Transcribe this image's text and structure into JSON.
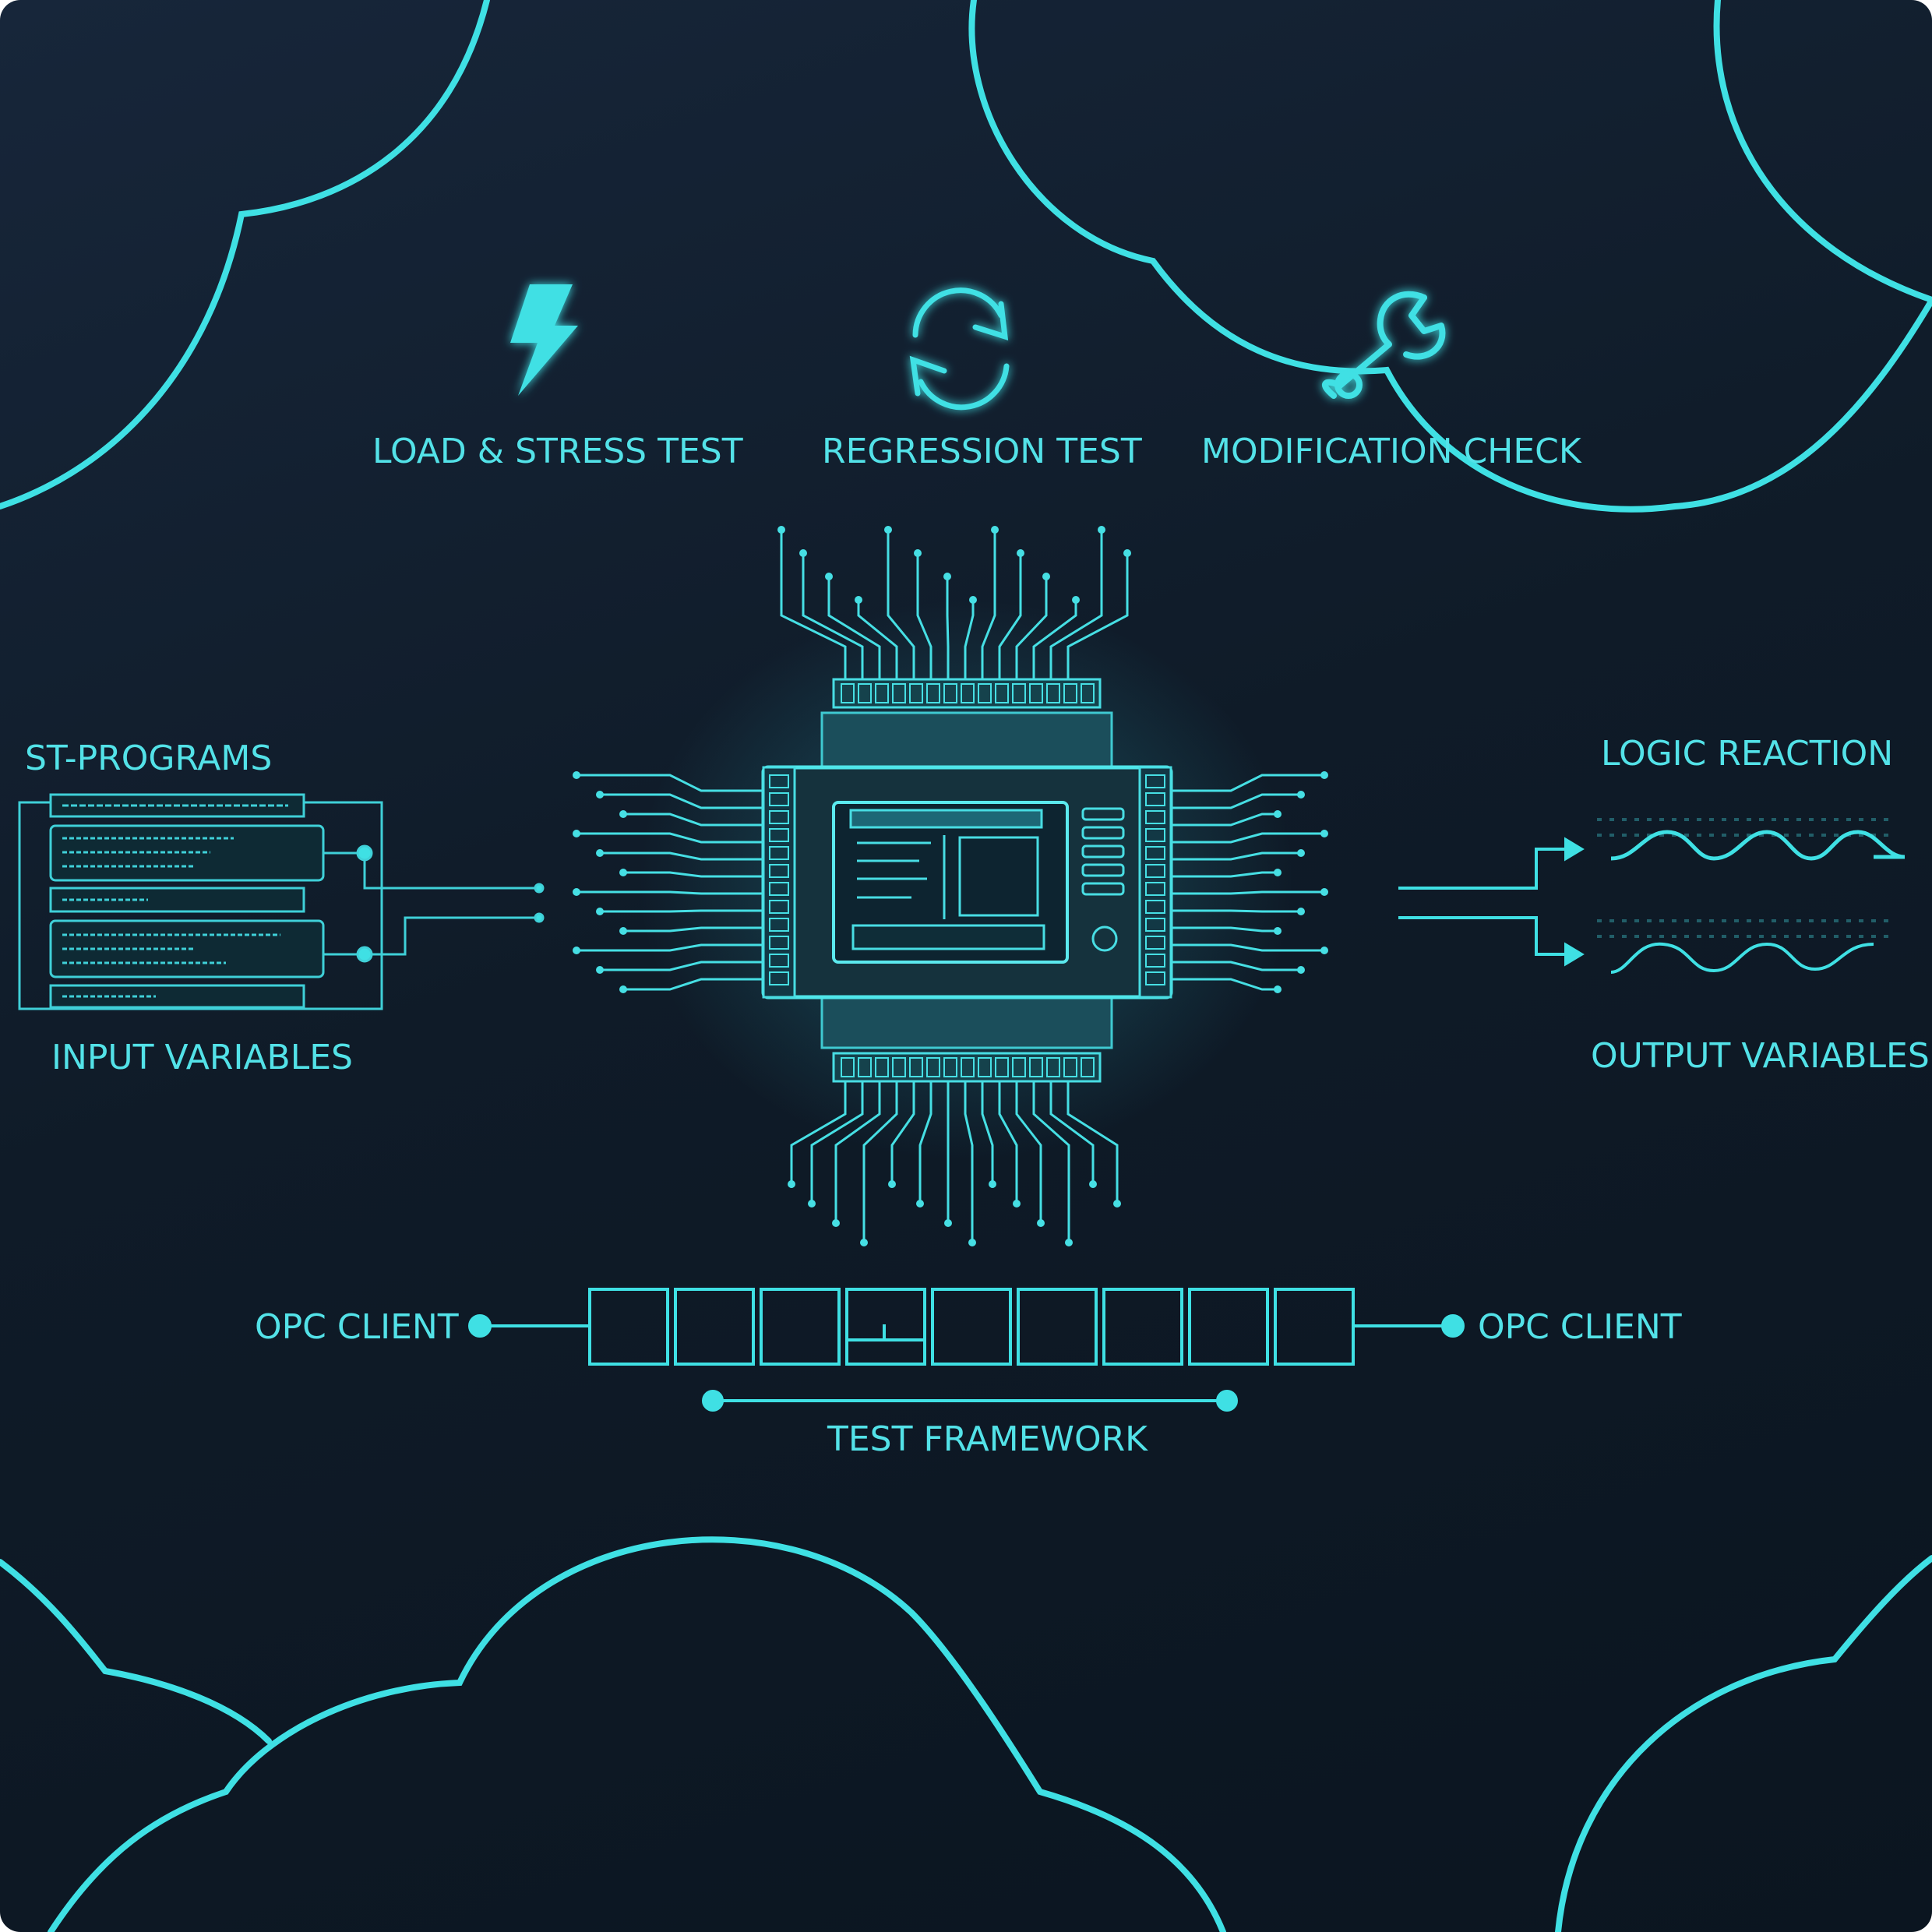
{
  "features": [
    {
      "label": "LOAD & STRESS TEST",
      "icon": "lightning-bolt-icon"
    },
    {
      "label": "REGRESSION TEST",
      "icon": "refresh-cycle-icon"
    },
    {
      "label": "MODIFICATION CHECK",
      "icon": "wrench-icon"
    }
  ],
  "left": {
    "title": "ST-PROGRAMS",
    "subtitle": "INPUT VARIABLES"
  },
  "right": {
    "title": "LOGIC REACTION",
    "subtitle": "OUTPUT VARIABLES"
  },
  "bottom": {
    "left_client": "OPC CLIENT",
    "right_client": "OPC CLIENT",
    "framework": "TEST FRAMEWORK"
  },
  "colors": {
    "accent": "#46dfe4",
    "background": "#101c29"
  }
}
